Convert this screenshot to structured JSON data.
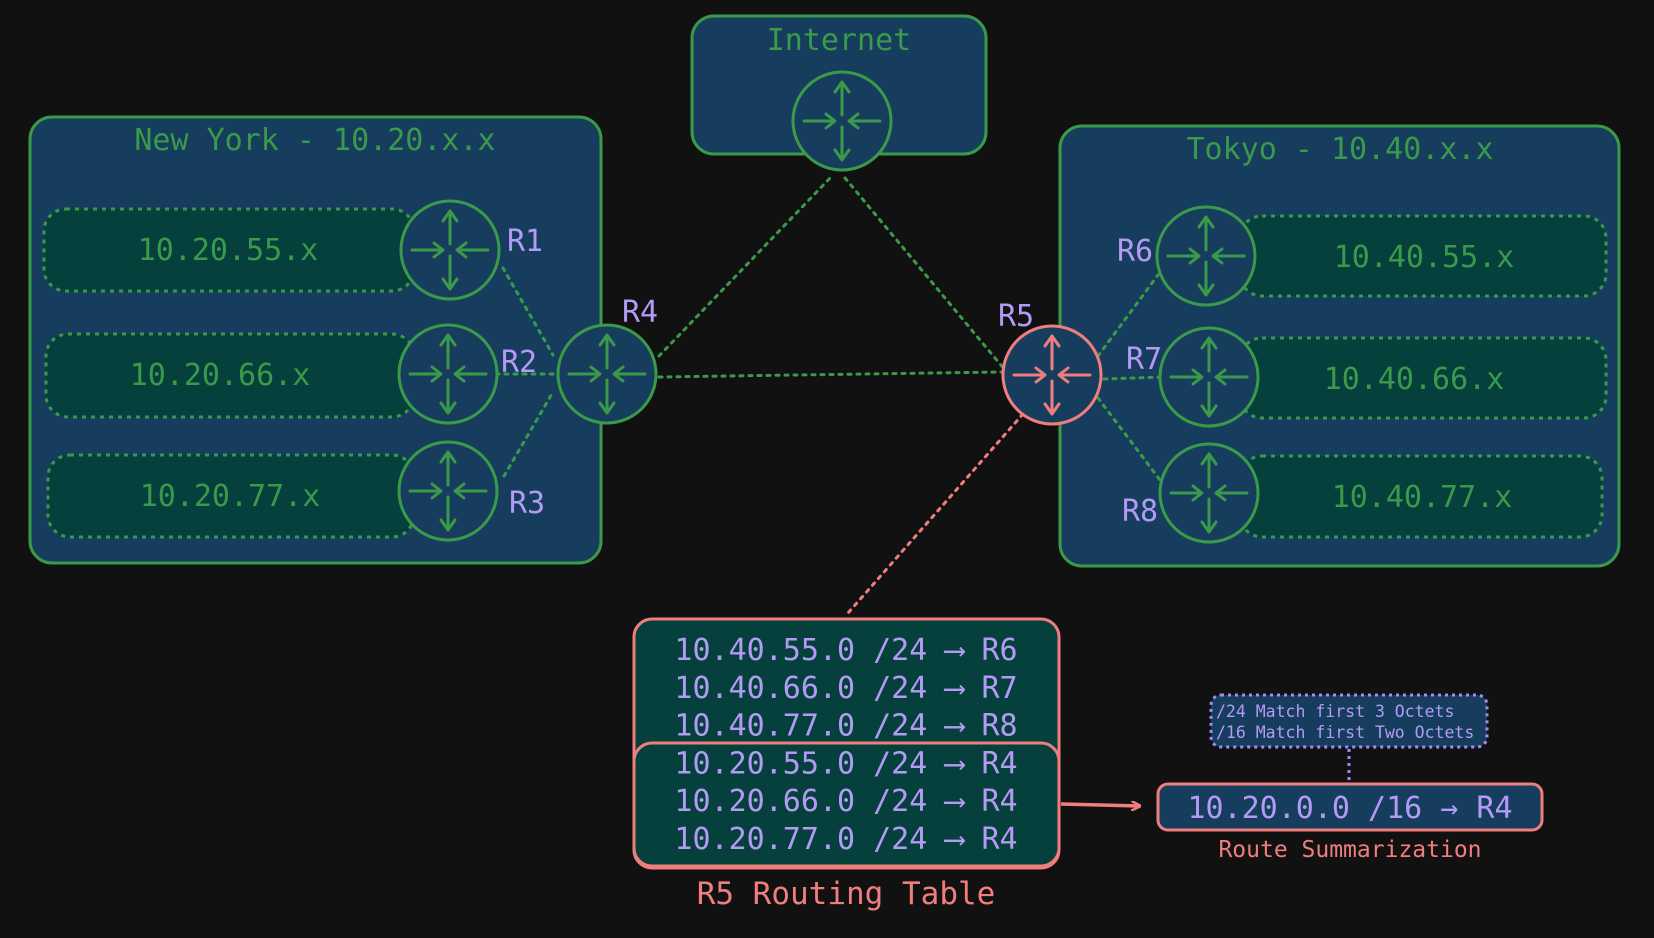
{
  "colors": {
    "background": "#111111",
    "region_fill": "#163d5e",
    "subnet_fill": "#05403c",
    "green": "#3a9a4a",
    "router_label": "#b39bf5",
    "red": "#f07e7e",
    "table_text": "#b39bf5",
    "note_border": "#a58bf0"
  },
  "internet": {
    "title": "Internet"
  },
  "new_york": {
    "title": "New York - 10.20.x.x",
    "subnets": [
      "10.20.55.x",
      "10.20.66.x",
      "10.20.77.x"
    ],
    "routers": [
      "R1",
      "R2",
      "R3"
    ],
    "edge_router": "R4"
  },
  "tokyo": {
    "title": "Tokyo - 10.40.x.x",
    "subnets": [
      "10.40.55.x",
      "10.40.66.x",
      "10.40.77.x"
    ],
    "routers": [
      "R6",
      "R7",
      "R8"
    ],
    "edge_router": "R5"
  },
  "routing_table": {
    "caption": "R5 Routing Table",
    "rows": [
      "10.40.55.0 /24 ⟶ R6",
      "10.40.66.0 /24 ⟶ R7",
      "10.40.77.0 /24 ⟶ R8",
      "10.20.55.0 /24 ⟶ R4",
      "10.20.66.0 /24 ⟶ R4",
      "10.20.77.0 /24 ⟶ R4"
    ]
  },
  "summary": {
    "route": "10.20.0.0 /16 → R4",
    "caption": "Route Summarization",
    "note_lines": [
      "/24 Match first 3 Octets",
      "/16 Match first Two Octets"
    ]
  }
}
